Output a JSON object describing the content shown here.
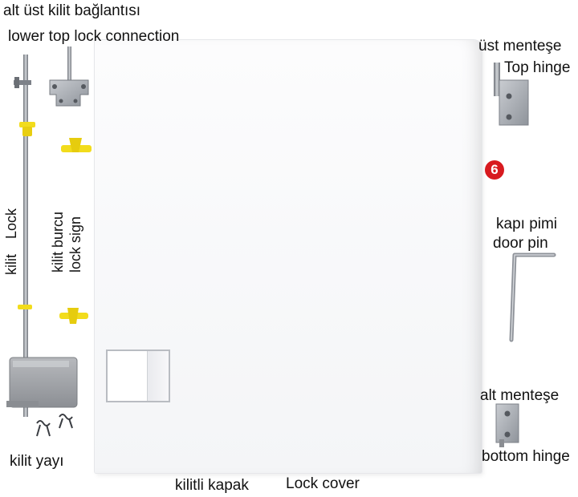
{
  "labels": {
    "connection_tr": "alt üst kilit bağlantısı",
    "connection_en": "lower top lock connection",
    "top_hinge_tr": "üst menteşe",
    "top_hinge_en": "Top hinge",
    "badge": "6",
    "door_pin_tr": "kapı pimi",
    "door_pin_en": "door pin",
    "bottom_hinge_tr": "alt menteşe",
    "bottom_hinge_en": "bottom hinge",
    "lock_en": "Lock",
    "lock_tr": "kilit",
    "lock_sign_tr": "kilit burcu",
    "lock_sign_en": "lock sign",
    "spring_tr": "kilit yayı",
    "cover_tr": "kilitli kapak",
    "cover_en": "Lock cover"
  },
  "colors": {
    "badge": "#d81a1f",
    "lock_sign": "#f2dc1c",
    "metal": "#9a9ea5"
  }
}
